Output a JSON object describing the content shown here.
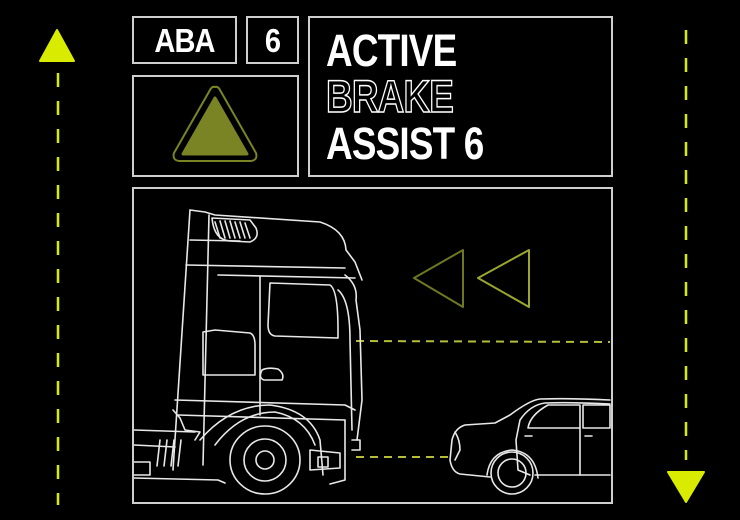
{
  "badge": {
    "abbreviation": "ABA",
    "version": "6"
  },
  "title": {
    "line1": "ACTIVE",
    "line2": "BRAKE",
    "line3": "ASSIST 6"
  },
  "colors": {
    "accent": "#d9ec00",
    "warning_fill": "#7a8424",
    "line": "#e8e8e8",
    "dashed_sensor": "#b5bd3a",
    "background": "#000000"
  },
  "icons": {
    "up_arrow": "triangle-up-icon",
    "down_arrow": "triangle-down-icon",
    "warning": "warning-triangle-icon",
    "rewind": "double-chevron-left-icon"
  }
}
